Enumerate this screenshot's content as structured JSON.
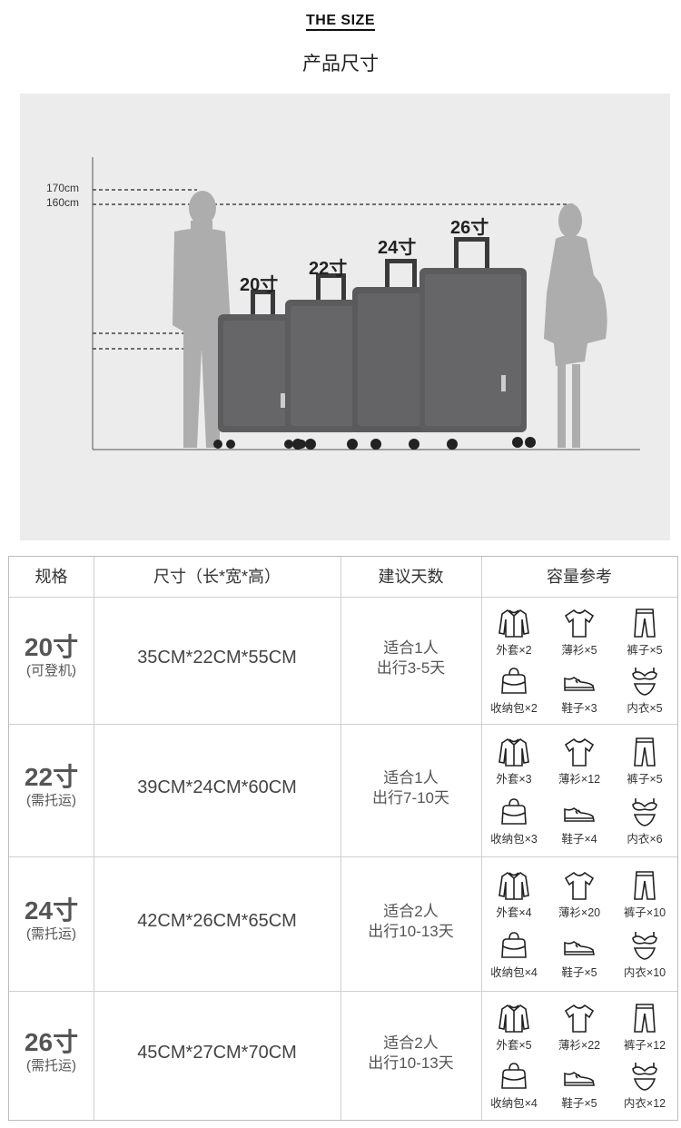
{
  "header": {
    "title": "THE SIZE",
    "subtitle": "产品尺寸"
  },
  "scene": {
    "height_labels": [
      "170cm",
      "160cm"
    ],
    "suitcase_labels": [
      "20寸",
      "22寸",
      "24寸",
      "26寸"
    ]
  },
  "table": {
    "headers": [
      "规格",
      "尺寸（长*宽*高）",
      "建议天数",
      "容量参考"
    ],
    "rows": [
      {
        "size": "20寸",
        "note": "(可登机)",
        "dims": "35CM*22CM*55CM",
        "days1": "适合1人",
        "days2": "出行3-5天",
        "items": [
          "外套×2",
          "薄衫×5",
          "裤子×5",
          "收纳包×2",
          "鞋子×3",
          "内衣×5"
        ]
      },
      {
        "size": "22寸",
        "note": "(需托运)",
        "dims": "39CM*24CM*60CM",
        "days1": "适合1人",
        "days2": "出行7-10天",
        "items": [
          "外套×3",
          "薄衫×12",
          "裤子×5",
          "收纳包×3",
          "鞋子×4",
          "内衣×6"
        ]
      },
      {
        "size": "24寸",
        "note": "(需托运)",
        "dims": "42CM*26CM*65CM",
        "days1": "适合2人",
        "days2": "出行10-13天",
        "items": [
          "外套×4",
          "薄衫×20",
          "裤子×10",
          "收纳包×4",
          "鞋子×5",
          "内衣×10"
        ]
      },
      {
        "size": "26寸",
        "note": "(需托运)",
        "dims": "45CM*27CM*70CM",
        "days1": "适合2人",
        "days2": "出行10-13天",
        "items": [
          "外套×5",
          "薄衫×22",
          "裤子×12",
          "收纳包×4",
          "鞋子×5",
          "内衣×12"
        ]
      }
    ]
  }
}
